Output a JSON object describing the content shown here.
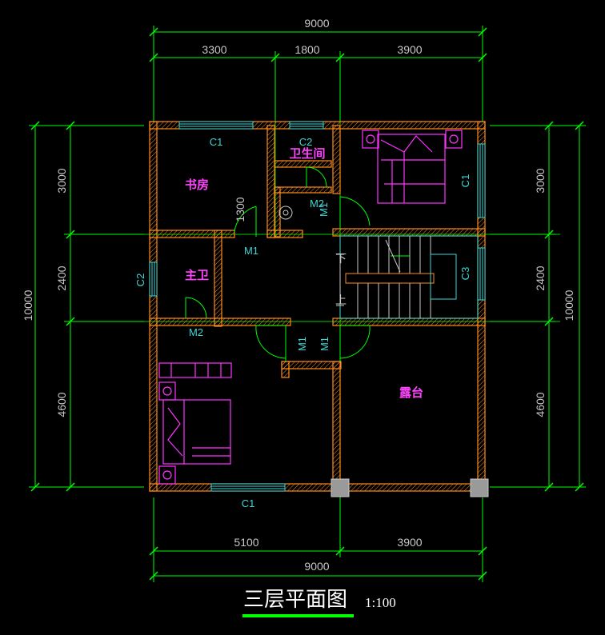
{
  "title": "三层平面图",
  "scale": "1:100",
  "dimensions": {
    "top_total": "9000",
    "top_segments": [
      "3300",
      "1800",
      "3900"
    ],
    "bottom_segments": [
      "5100",
      "3900"
    ],
    "bottom_total": "9000",
    "left_segments": [
      "3000",
      "2400",
      "4600"
    ],
    "left_total": "10000",
    "right_segments": [
      "3000",
      "2400",
      "4600"
    ],
    "right_total": "10000"
  },
  "rooms": {
    "study": "书房",
    "bathroom": "卫生间",
    "master_bath": "主卫",
    "terrace": "露台"
  },
  "openings": {
    "c1_top": "C1",
    "c2_top": "C2",
    "c1_right": "C1",
    "c2_left": "C2",
    "c3_right": "C3",
    "c1_bottom": "C1",
    "m2_bath": "M2",
    "m1_bath": "M1",
    "m1_hall": "M1",
    "m2_master": "M2",
    "m1_center_left": "M1",
    "m1_center_right": "M1",
    "d1300": "1300"
  },
  "stairs": {
    "down": "下",
    "up": "上"
  },
  "colors": {
    "wall": "#ff8c1a",
    "dimension": "#00ff00",
    "window": "#3fd6d6",
    "furniture": "#ff33ff",
    "text": "#c8c8c8",
    "room_label": "#ff44ff",
    "title_underline": "#00ff00"
  }
}
